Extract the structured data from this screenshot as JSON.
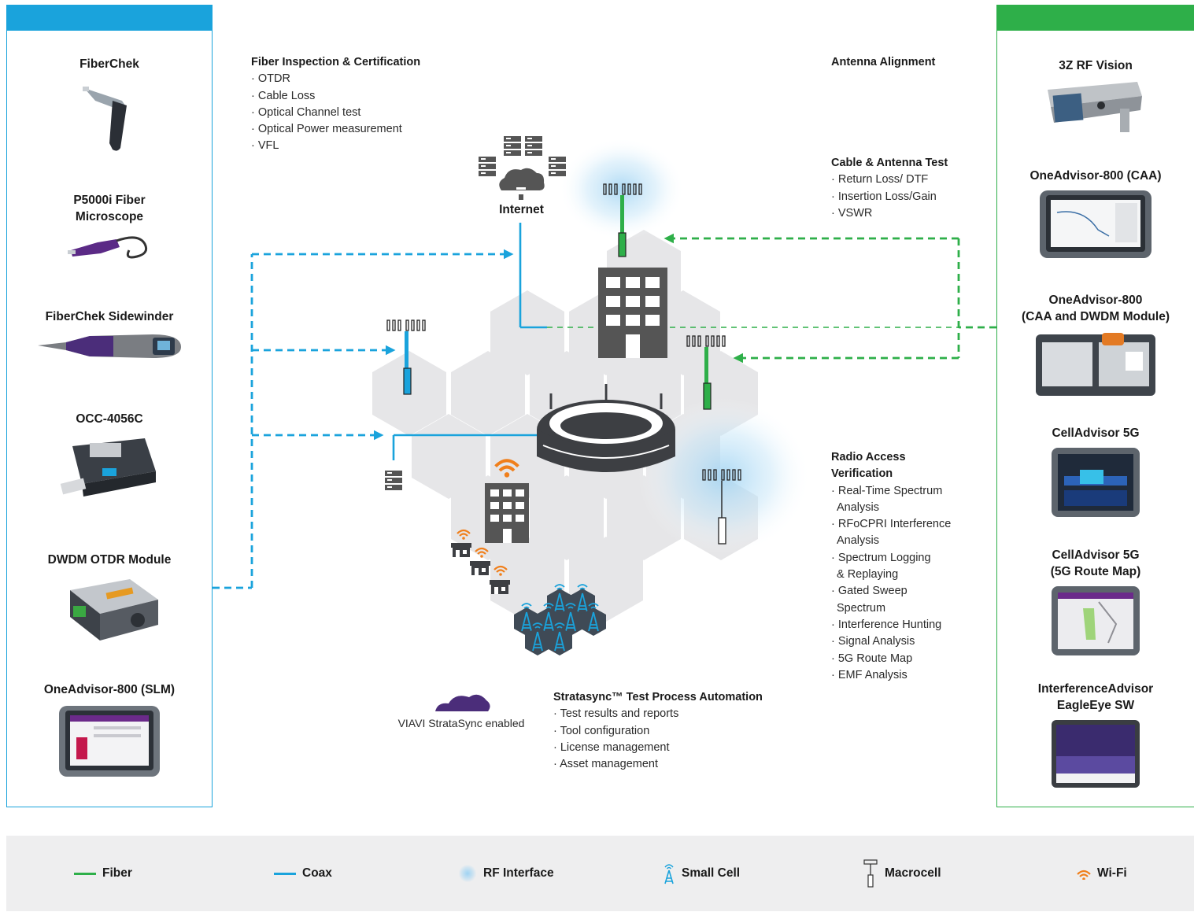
{
  "left_panel": {
    "devices": [
      {
        "name": "FiberChek"
      },
      {
        "name": "P5000i Fiber\nMicroscope"
      },
      {
        "name": "FiberChek Sidewinder"
      },
      {
        "name": "OCC-4056C"
      },
      {
        "name": "DWDM OTDR Module"
      },
      {
        "name": "OneAdvisor-800 (SLM)"
      }
    ]
  },
  "right_panel": {
    "devices": [
      {
        "name": "3Z RF Vision"
      },
      {
        "name": "OneAdvisor-800 (CAA)"
      },
      {
        "name": "OneAdvisor-800\n(CAA and DWDM Module)"
      },
      {
        "name": "CellAdvisor 5G"
      },
      {
        "name": "CellAdvisor 5G\n(5G Route Map)"
      },
      {
        "name": "InterferenceAdvisor\nEagleEye SW"
      }
    ]
  },
  "annotations": {
    "fiber": {
      "title": "Fiber Inspection & Certification",
      "items": [
        "OTDR",
        "Cable Loss",
        "Optical Channel test",
        "Optical Power measurement",
        "VFL"
      ]
    },
    "antenna_alignment": {
      "title": "Antenna Alignment"
    },
    "cable_antenna": {
      "title": "Cable & Antenna Test",
      "items": [
        "Return Loss/ DTF",
        "Insertion Loss/Gain",
        "VSWR"
      ]
    },
    "radio_access": {
      "title": "Radio Access\nVerification",
      "items": [
        "Real-Time Spectrum\nAnalysis",
        "RFoCPRI Interference\nAnalysis",
        "Spectrum Logging\n& Replaying",
        "Gated Sweep\nSpectrum",
        "Interference Hunting",
        "Signal Analysis",
        "5G Route Map",
        "EMF Analysis"
      ]
    },
    "stratasync": {
      "title": "Stratasync™ Test Process Automation",
      "items": [
        "Test results and reports",
        "Tool configuration",
        "License management",
        "Asset management"
      ]
    }
  },
  "diagram": {
    "internet_label": "Internet",
    "stratasync_label": "VIAVI StrataSync enabled"
  },
  "legend": {
    "items": [
      {
        "label": "Fiber",
        "icon": "green-line",
        "color": "#2eaf49"
      },
      {
        "label": "Coax",
        "icon": "blue-line",
        "color": "#1aa3dc"
      },
      {
        "label": "RF Interface",
        "icon": "blue-glow",
        "color": "#9fd3f3"
      },
      {
        "label": "Small Cell",
        "icon": "small-cell-icon",
        "color": "#1aa3dc"
      },
      {
        "label": "Macrocell",
        "icon": "macrocell-icon",
        "color": "#333333"
      },
      {
        "label": "Wi-Fi",
        "icon": "wifi-icon",
        "color": "#f07f1b"
      }
    ]
  },
  "colors": {
    "fiber": "#2eaf49",
    "coax": "#1aa3dc",
    "wifi": "#f07f1b",
    "hex": "#e6e6e8",
    "building": "#555555"
  }
}
